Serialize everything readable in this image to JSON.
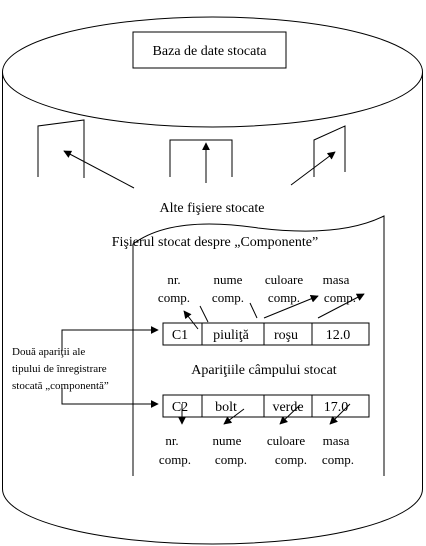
{
  "database_title": "Baza de date stocata",
  "other_files_label": "Alte fişiere stocate",
  "stored_file_label": "Fişierul stocat despre „Componente”",
  "top_field_labels": [
    {
      "line1": "nr.",
      "line2": "comp."
    },
    {
      "line1": "nume",
      "line2": "comp."
    },
    {
      "line1": "culoare",
      "line2": "comp."
    },
    {
      "line1": "masa",
      "line2": "comp."
    }
  ],
  "record1": [
    "C1",
    "piuliţă",
    "roşu",
    "12.0"
  ],
  "record2": [
    "C2",
    "bolt",
    "verde",
    "17.0"
  ],
  "occurrences_label": [
    "Două apariţii ale",
    "tipului de înregistrare",
    "stocată „componentă”"
  ],
  "field_occurrences_label": "Apariţiile câmpului stocat",
  "bottom_field_labels": [
    {
      "line1": "nr.",
      "line2": "comp."
    },
    {
      "line1": "nume",
      "line2": "comp."
    },
    {
      "line1": "culoare",
      "line2": "comp."
    },
    {
      "line1": "masa",
      "line2": "comp."
    }
  ]
}
